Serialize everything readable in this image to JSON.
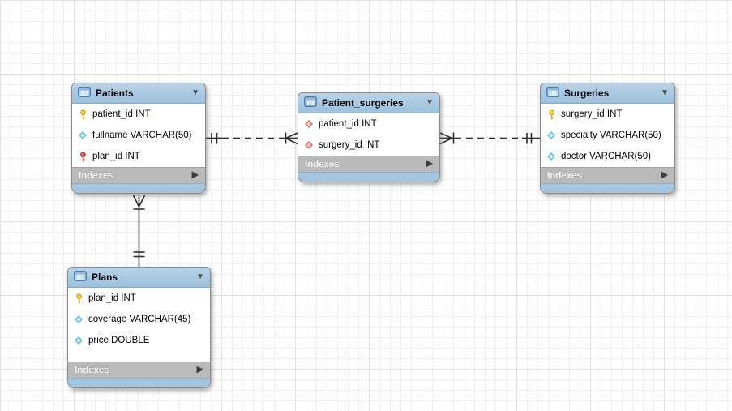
{
  "diagram": {
    "kind": "EER database diagram",
    "tables": [
      {
        "name": "Patients",
        "columns": [
          {
            "icon": "primary-key-icon",
            "label": "patient_id INT"
          },
          {
            "icon": "column-icon",
            "label": "fullname VARCHAR(50)"
          },
          {
            "icon": "foreign-key-icon",
            "label": "plan_id INT"
          }
        ],
        "indexes_label": "Indexes"
      },
      {
        "name": "Patient_surgeries",
        "columns": [
          {
            "icon": "foreign-key-diamond-icon",
            "label": "patient_id INT"
          },
          {
            "icon": "foreign-key-diamond-icon",
            "label": "surgery_id INT"
          }
        ],
        "indexes_label": "Indexes"
      },
      {
        "name": "Surgeries",
        "columns": [
          {
            "icon": "primary-key-icon",
            "label": "surgery_id INT"
          },
          {
            "icon": "column-icon",
            "label": "specialty VARCHAR(50)"
          },
          {
            "icon": "column-icon",
            "label": "doctor VARCHAR(50)"
          }
        ],
        "indexes_label": "Indexes"
      },
      {
        "name": "Plans",
        "columns": [
          {
            "icon": "primary-key-icon",
            "label": "plan_id INT"
          },
          {
            "icon": "column-icon",
            "label": "coverage VARCHAR(45)"
          },
          {
            "icon": "column-icon",
            "label": "price DOUBLE"
          }
        ],
        "indexes_label": "Indexes"
      }
    ],
    "relationships": [
      {
        "from": "Patients",
        "to": "Patient_surgeries",
        "from_cardinality": "one-and-only-one",
        "to_cardinality": "one-to-many",
        "line_style": "dashed"
      },
      {
        "from": "Patient_surgeries",
        "to": "Surgeries",
        "from_cardinality": "one-to-many",
        "to_cardinality": "one-and-only-one",
        "line_style": "dashed"
      },
      {
        "from": "Patients",
        "to": "Plans",
        "from_cardinality": "one-to-many",
        "to_cardinality": "one-and-only-one",
        "line_style": "solid"
      }
    ],
    "icons": {
      "collapse": "▼",
      "expand": "▶"
    },
    "colors": {
      "header_blue": "#a9c7e0",
      "footer_blue": "#a5c4dd",
      "indexes_gray": "#bababa",
      "connector": "#2b2b2b",
      "primary_key_yellow": "#f5cf3a",
      "foreign_key_red": "#d95050",
      "column_cyan": "#8fdde8",
      "fk_diamond_red": "#eb9a94"
    }
  }
}
